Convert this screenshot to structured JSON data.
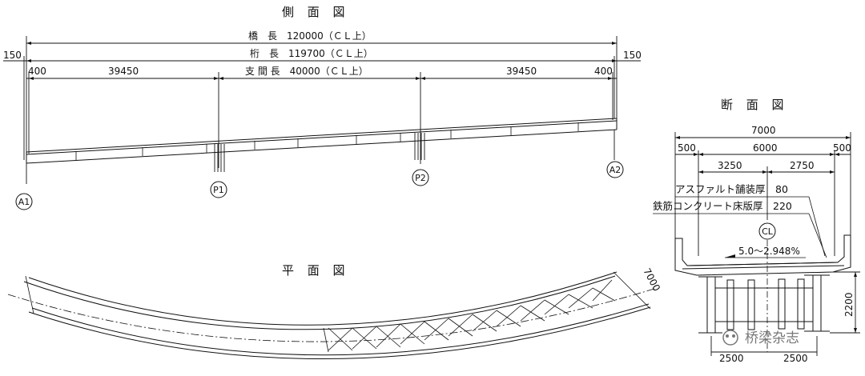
{
  "side_view": {
    "title": "側 面 図",
    "dims": {
      "bridge_length": "橋　長　120000（ＣＬ上）",
      "girder_length": "桁　長　119700（ＣＬ上）",
      "span_length": "支 間 長　40000（ＣＬ上）",
      "overhang_left": "150",
      "overhang_right": "150",
      "end_left": "400",
      "span_left": "39450",
      "span_right": "39450",
      "end_right": "400"
    },
    "supports": [
      "A1",
      "P1",
      "P2",
      "A2"
    ]
  },
  "plan_view": {
    "title": "平 面 図",
    "width": "7000"
  },
  "section_view": {
    "title": "断 面 図",
    "dims": {
      "total_width": "7000",
      "left_edge": "500",
      "roadway": "6000",
      "right_edge": "500",
      "left_part": "3250",
      "right_part": "2750",
      "height": "2200",
      "girder_left": "2500",
      "girder_right": "2500"
    },
    "asphalt": "アスファルト舗装厚　80",
    "slab": "鉄筋コンクリート床版厚　220",
    "centerline": "CL",
    "slope": "5.0～2.948%"
  },
  "watermark": "桥梁杂志"
}
